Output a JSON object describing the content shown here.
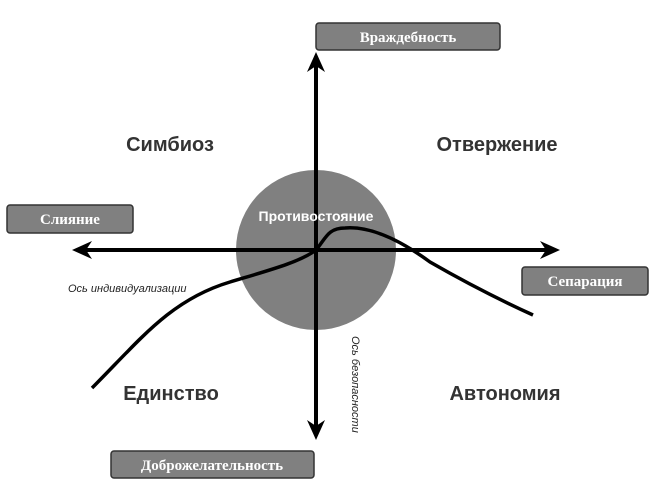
{
  "labels": {
    "top": "Враждебность",
    "left": "Слияние",
    "right": "Сепарация",
    "bottom": "Доброжелательность"
  },
  "quadrants": {
    "top_left": "Симбиоз",
    "top_right": "Отвержение",
    "bottom_left": "Единство",
    "bottom_right": "Автономия"
  },
  "center": "Противостояние",
  "axes": {
    "horizontal": "Ось индивидуализации",
    "vertical": "Ось безопасности"
  }
}
